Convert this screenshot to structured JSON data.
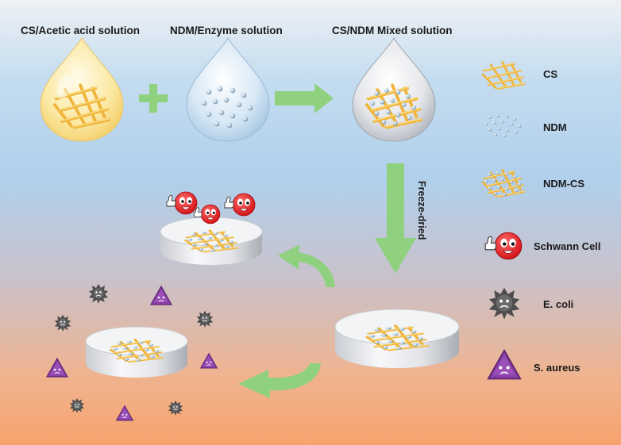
{
  "titles": {
    "drop1": "CS/Acetic acid solution",
    "drop2": "NDM/Enzyme solution",
    "drop3": "CS/NDM Mixed solution"
  },
  "process": {
    "freeze_dried": "Freeze-dried"
  },
  "legend": [
    {
      "key": "cs",
      "label": "CS"
    },
    {
      "key": "ndm",
      "label": "NDM"
    },
    {
      "key": "ndm_cs",
      "label": "NDM-CS"
    },
    {
      "key": "schwann",
      "label": "Schwann Cell"
    },
    {
      "key": "ecoli",
      "label": "E. coli"
    },
    {
      "key": "saureus",
      "label": "S. aureus"
    }
  ],
  "colors": {
    "fiber": "#f5c14e",
    "particle": "#9fb9cf",
    "arrow": "#8fd17f",
    "cell": "#e8141a",
    "ecoli": "#555555",
    "saureus": "#8a3fa6",
    "bg_top": "#e9eef3",
    "bg_mid": "#b7d3ec",
    "bg_bottom": "#f4a777"
  }
}
